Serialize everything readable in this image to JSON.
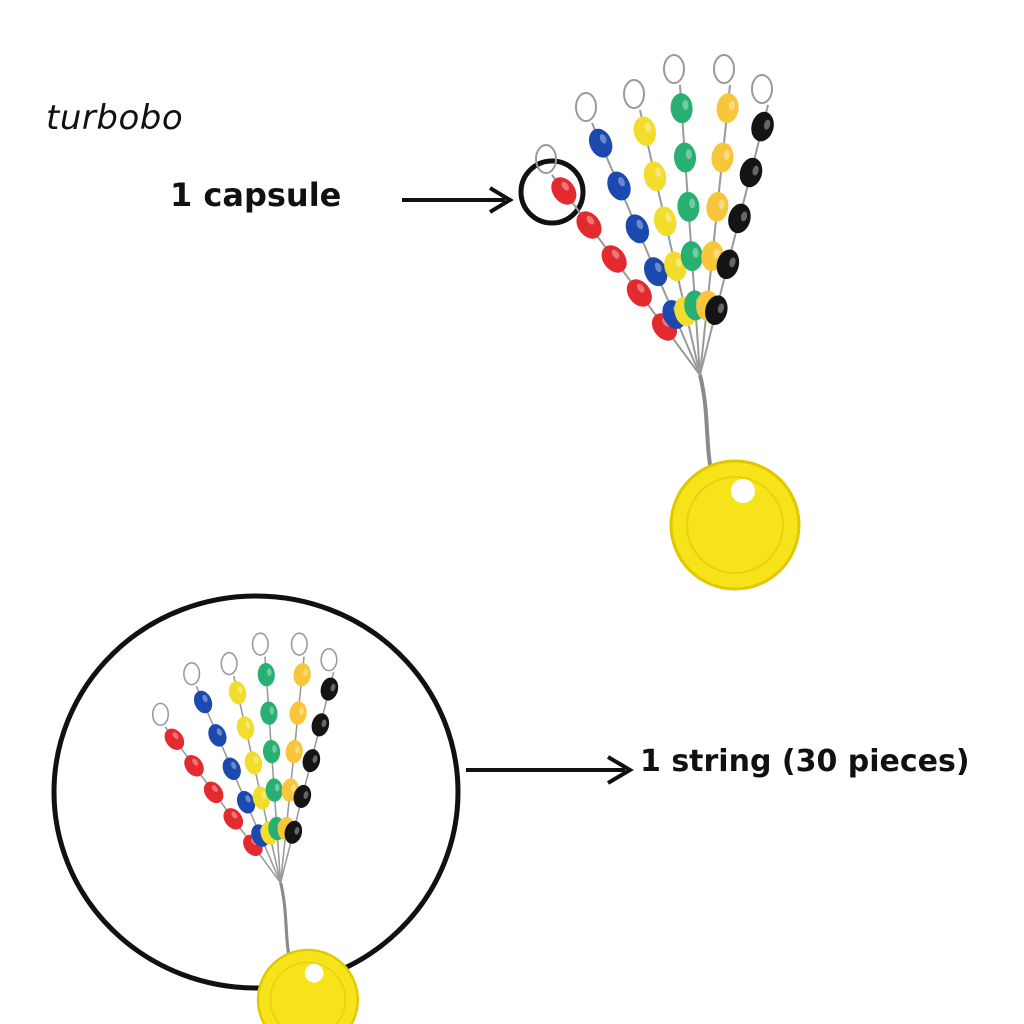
{
  "brand": {
    "logo_text": "turbobo"
  },
  "callouts": {
    "capsule_label": "1 capsule",
    "string_label": "1 string (30 pieces)"
  },
  "product": {
    "bead_colors": [
      "#e32a2e",
      "#1c49b0",
      "#f2dc2c",
      "#27b072",
      "#f7c63a",
      "#141414"
    ],
    "float_color": "#f6e31a",
    "beads_per_strand": 5,
    "strand_count": 6
  }
}
